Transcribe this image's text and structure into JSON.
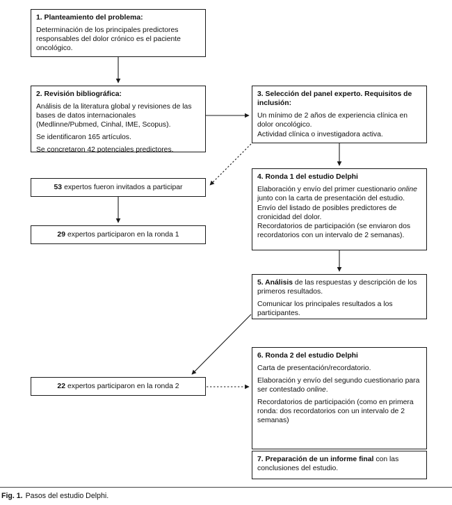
{
  "figure": {
    "caption_label": "Fig. 1.",
    "caption_text": "Pasos del estudio Delphi."
  },
  "nodes": {
    "box1": {
      "heading": "1. Planteamiento del problema:",
      "body": [
        "Determinación de los principales predictores responsables del dolor crónico es el paciente oncológico."
      ]
    },
    "box2": {
      "heading": "2. Revisión bibliográfica:",
      "body": [
        "Análisis de la literatura global y revisiones de las bases de datos internacionales (Medlinne/Pubmed, Cinhal, IME, Scopus).",
        "Se identificaron 165 artículos.",
        "Se concretaron 42 potenciales predictores."
      ]
    },
    "box3": {
      "heading": "3. Selección del panel experto. Requisitos de inclusión:",
      "body": [
        "Un mínimo de 2 años de experiencia clínica en dolor oncológico.",
        "Actividad clínica o investigadora activa."
      ]
    },
    "box4": {
      "heading": "4. Ronda 1 del estudio Delphi",
      "body_line1_a": "Elaboración y envío del primer cuestionario ",
      "body_line1_em": "online",
      "body_line1_b": " junto con la carta de presentación del estudio.",
      "body": [
        "Envío del listado de posibles predictores de cronicidad del dolor.",
        "Recordatorios de participación (se enviaron dos recordatorios con un intervalo de 2 semanas)."
      ]
    },
    "box5": {
      "heading_num": "5. ",
      "heading_word": "Análisis",
      "heading_rest": " de las respuestas y descripción de los primeros resultados.",
      "body": [
        "Comunicar los principales resultados a los participantes."
      ]
    },
    "box6": {
      "heading": "6. Ronda 2 del estudio Delphi",
      "body_first": "Carta de presentación/recordatorio.",
      "body_line2_a": "Elaboración y envío del segundo cuestionario para ser contestado ",
      "body_line2_em": "online",
      "body_line2_b": ".",
      "body": [
        "Recordatorios de participación (como en primera ronda: dos recordatorios con un intervalo de 2 semanas)"
      ]
    },
    "box7": {
      "heading": "7. Preparación de un informe final",
      "rest": " con las conclusiones del estudio."
    },
    "count53": {
      "number": "53",
      "text": "expertos fueron invitados a participar"
    },
    "count29": {
      "number": "29",
      "text": "expertos participaron en la ronda 1"
    },
    "count22": {
      "number": "22",
      "text": "expertos participaron en la ronda 2"
    }
  },
  "colors": {
    "stroke": "#1a1a1a",
    "background": "#ffffff",
    "text": "#111111"
  },
  "connectors": [
    {
      "name": "box1-to-box2",
      "style": "solid",
      "direction": "down"
    },
    {
      "name": "box2-to-box3",
      "style": "solid",
      "direction": "right"
    },
    {
      "name": "box3-to-count53",
      "style": "dotted",
      "direction": "diagonal-down-left"
    },
    {
      "name": "box3-to-box4",
      "style": "solid",
      "direction": "down"
    },
    {
      "name": "count53-to-count29",
      "style": "solid",
      "direction": "down"
    },
    {
      "name": "box4-to-box5",
      "style": "solid",
      "direction": "down"
    },
    {
      "name": "box5-to-count22",
      "style": "solid",
      "direction": "diagonal-down-left"
    },
    {
      "name": "count22-to-box6",
      "style": "dotted",
      "direction": "right"
    },
    {
      "name": "box6-to-box7",
      "style": "solid",
      "direction": "down"
    }
  ]
}
